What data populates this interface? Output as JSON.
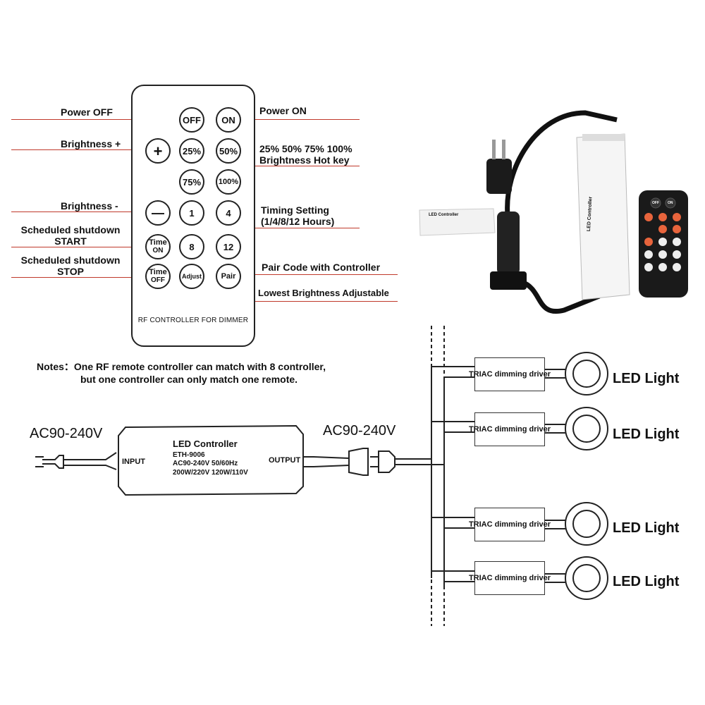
{
  "remote": {
    "buttons": {
      "off": "OFF",
      "on": "ON",
      "plus": "+",
      "p25": "25%",
      "p50": "50%",
      "p75": "75%",
      "p100": "100%",
      "minus": "—",
      "b1": "1",
      "b4": "4",
      "time_on_1": "Time",
      "time_on_2": "ON",
      "b8": "8",
      "b12": "12",
      "time_off_1": "Time",
      "time_off_2": "OFF",
      "adjust": "Adjust",
      "pair": "Pair"
    },
    "caption": "RF CONTROLLER FOR DIMMER"
  },
  "callouts": {
    "power_off": "Power OFF",
    "power_on": "Power ON",
    "brightness_plus": "Brightness +",
    "hotkey_line1": "25% 50% 75% 100%",
    "hotkey_line2": "Brightness Hot key",
    "brightness_minus": "Brightness -",
    "timing_line1": "Timing Setting",
    "timing_line2": "(1/4/8/12 Hours)",
    "sched_start_line1": "Scheduled shutdown",
    "sched_start_line2": "START",
    "sched_stop_line1": "Scheduled shutdown",
    "sched_stop_line2": "STOP",
    "pair_code": "Pair Code with Controller",
    "lowest_brightness": "Lowest Brightness Adjustable"
  },
  "notes": {
    "line1": "Notes：One RF remote controller can match with 8  controller,",
    "line2": "but one controller can only match one remote."
  },
  "wiring": {
    "ac_input": "AC90-240V",
    "ac_output": "AC90-240V",
    "controller": {
      "title": "LED Controller",
      "model": "ETH-9006",
      "spec1": "AC90-240V  50/60Hz",
      "spec2": "200W/220V  120W/110V",
      "input": "INPUT",
      "output": "OUTPUT"
    },
    "drivers": [
      "TRIAC dimming driver",
      "TRIAC dimming driver",
      "TRIAC dimming driver",
      "TRIAC dimming driver"
    ],
    "lights": [
      "LED Light",
      "LED Light",
      "LED Light",
      "LED Light"
    ]
  },
  "photo": {
    "controller_label": "LED Controller",
    "mini_remote": {
      "off": "OFF",
      "on": "ON"
    }
  },
  "colors": {
    "callout_line": "#c0392b",
    "remote_orange": "#e8643c"
  }
}
